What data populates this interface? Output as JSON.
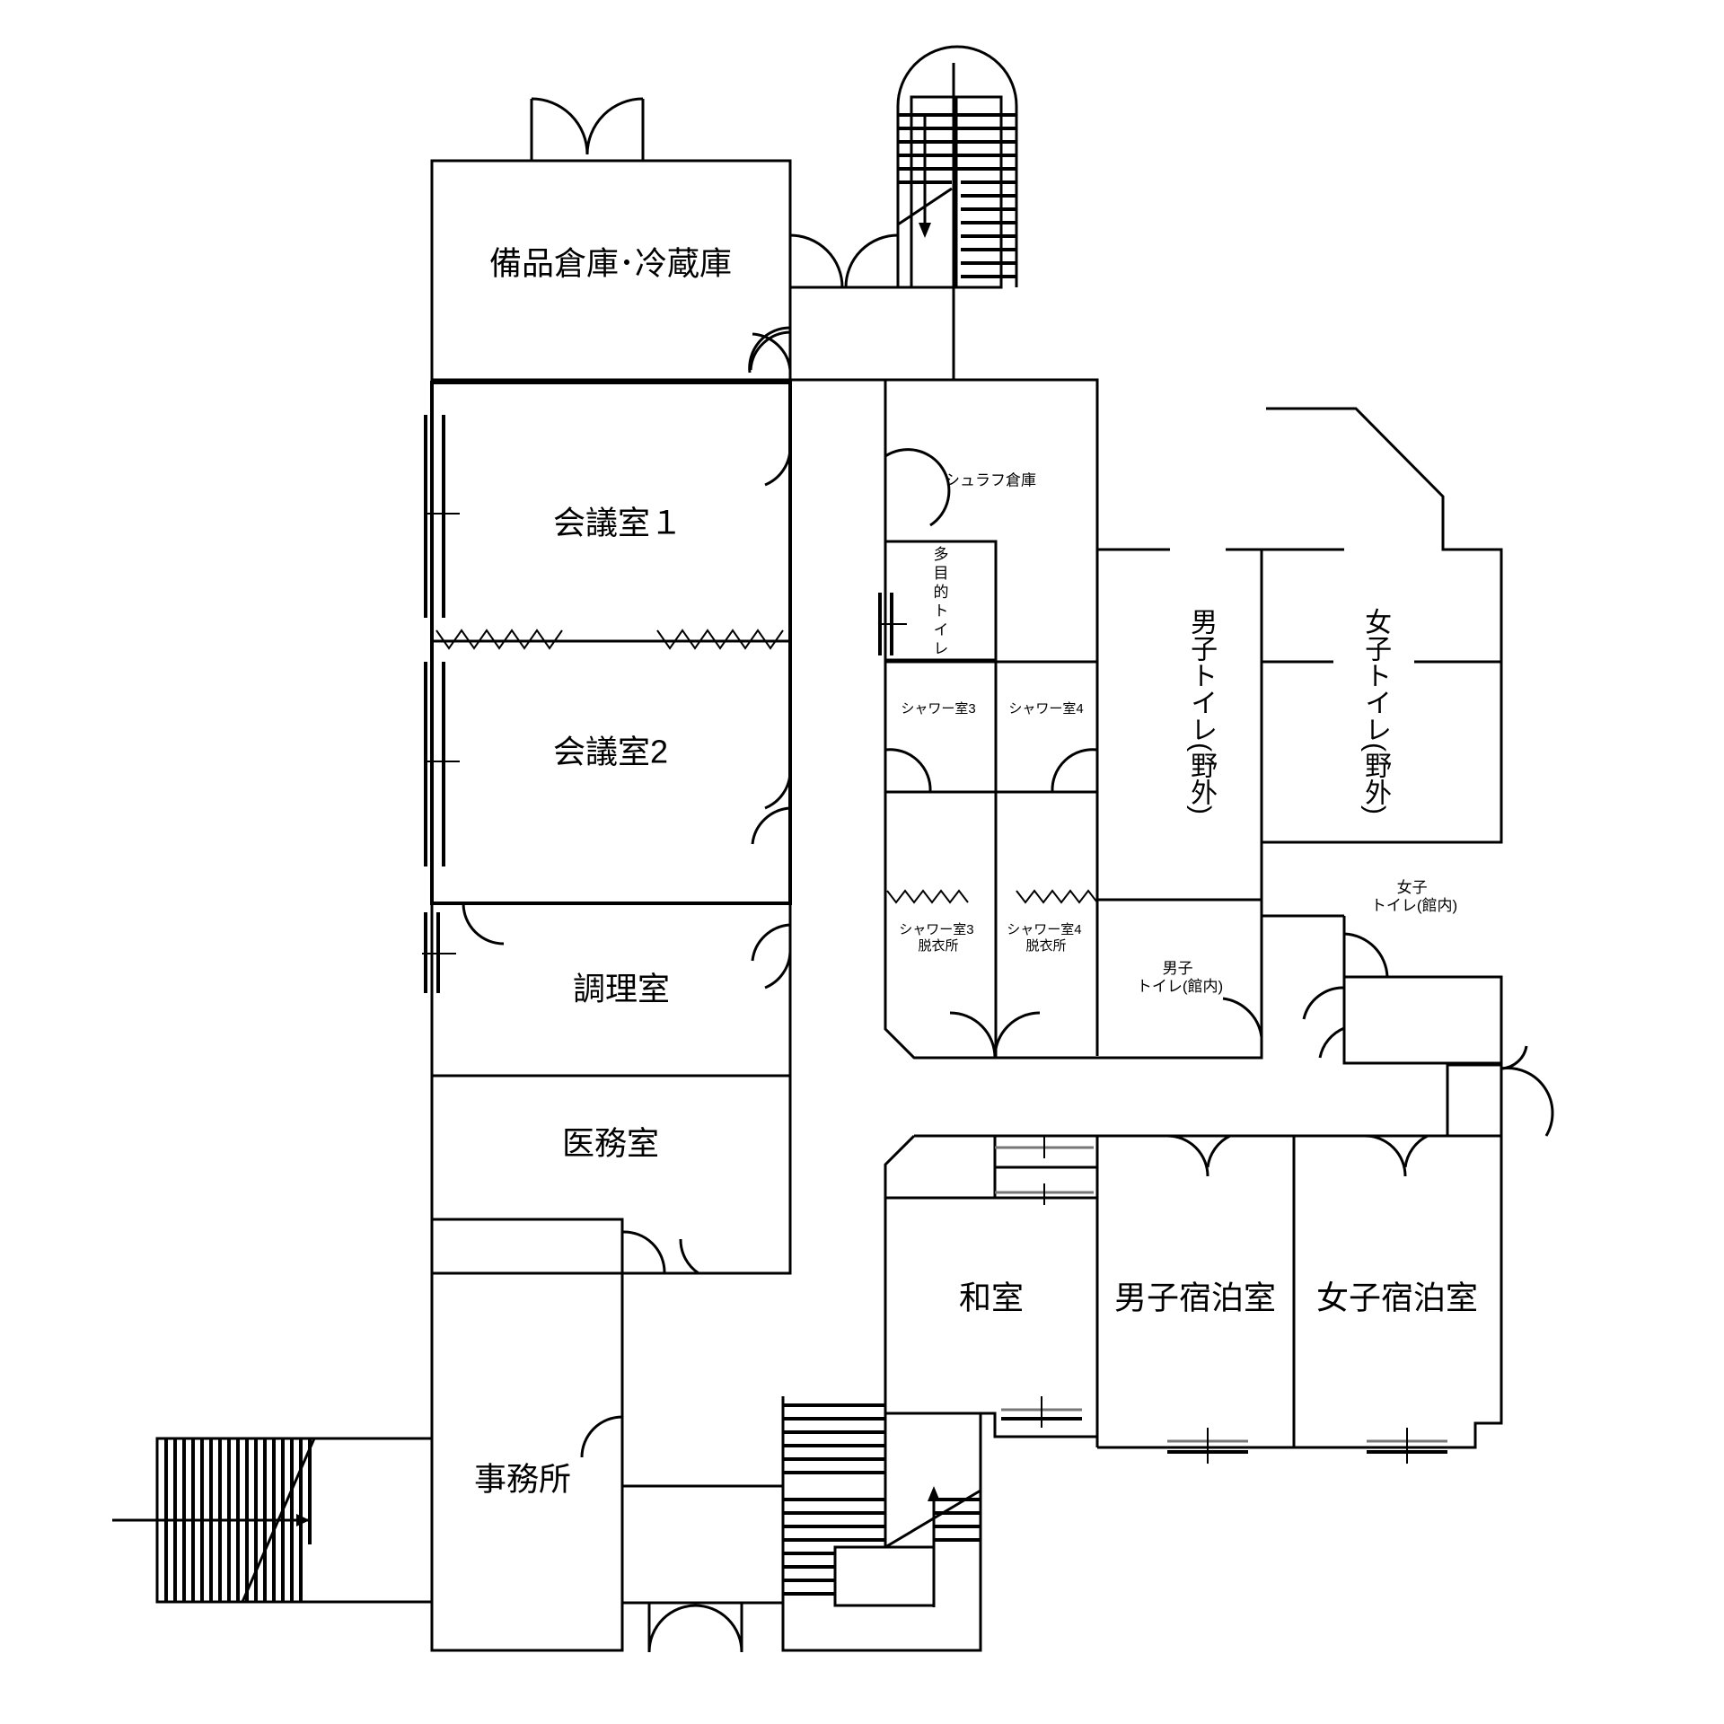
{
  "rooms": {
    "storage_refrigerator": "備品倉庫･冷蔵庫",
    "meeting_room_1": "会議室１",
    "meeting_room_2": "会議室2",
    "kitchen": "調理室",
    "medical_room": "医務室",
    "office": "事務所",
    "sleeping_bag_storage": "シュラフ倉庫",
    "multipurpose_toilet": "多目的トイレ",
    "shower_3": "シャワー室3",
    "shower_4": "シャワー室4",
    "shower_3_dressing": [
      "シャワー室3",
      "脱衣所"
    ],
    "shower_4_dressing": [
      "シャワー室4",
      "脱衣所"
    ],
    "mens_toilet_outdoor": "男子トイレ(野外)",
    "womens_toilet_outdoor": "女子トイレ(野外)",
    "mens_toilet_indoor": [
      "男子",
      "トイレ(館内)"
    ],
    "womens_toilet_indoor": [
      "女子",
      "トイレ(館内)"
    ],
    "japanese_room": "和室",
    "mens_lodging": "男子宿泊室",
    "womens_lodging": "女子宿泊室"
  }
}
